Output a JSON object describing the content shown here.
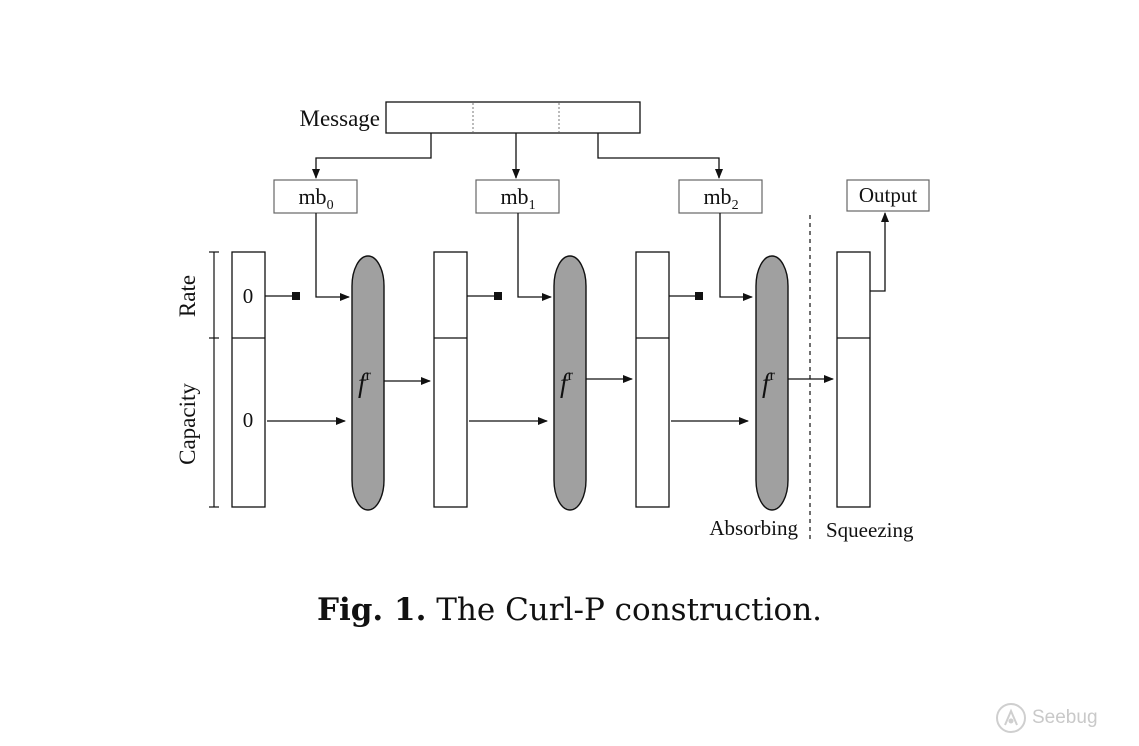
{
  "diagram": {
    "message_label": "Message",
    "blocks": [
      {
        "name": "mb",
        "sub": "0"
      },
      {
        "name": "mb",
        "sub": "1"
      },
      {
        "name": "mb",
        "sub": "2"
      }
    ],
    "output_label": "Output",
    "rate_label": "Rate",
    "capacity_label": "Capacity",
    "initial_rate_value": "0",
    "initial_capacity_value": "0",
    "function_symbol": "f",
    "function_superscript": "r",
    "phase_absorbing": "Absorbing",
    "phase_squeezing": "Squeezing"
  },
  "caption": {
    "prefix": "Fig. 1.",
    "text": "The Curl-P construction."
  },
  "watermark": {
    "text": "Seebug",
    "icon": "seebug-logo-icon"
  }
}
